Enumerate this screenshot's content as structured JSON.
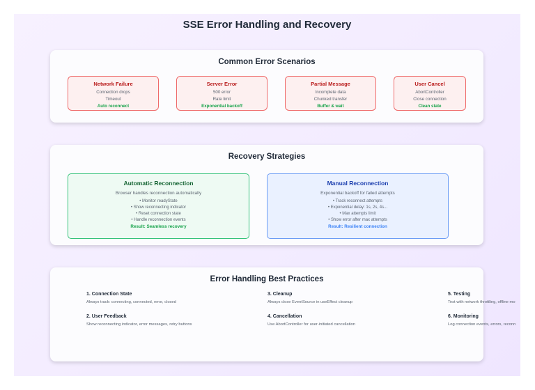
{
  "title": "SSE Error Handling and Recovery",
  "scenarios": {
    "title": "Common Error Scenarios",
    "cards": [
      {
        "title": "Network Failure",
        "line1": "Connection drops",
        "line2": "Timeout",
        "result": "Auto reconnect"
      },
      {
        "title": "Server Error",
        "line1": "500 error",
        "line2": "Rate limit",
        "result": "Exponential backoff"
      },
      {
        "title": "Partial Message",
        "line1": "Incomplete data",
        "line2": "Chunked transfer",
        "result": "Buffer & wait"
      },
      {
        "title": "User Cancel",
        "line1": "AbortController",
        "line2": "Close connection",
        "result": "Clean state"
      }
    ],
    "colors": {
      "border": "#ef6a6a",
      "heading": "#b91c1c",
      "result": "#16a34a"
    }
  },
  "recovery": {
    "title": "Recovery Strategies",
    "automatic": {
      "title": "Automatic Reconnection",
      "desc": "Browser handles reconnection automatically",
      "bullets": [
        "• Monitor readyState",
        "• Show reconnecting indicator",
        "• Reset connection state",
        "• Handle reconnection events"
      ],
      "result": "Result: Seamless recovery"
    },
    "manual": {
      "title": "Manual Reconnection",
      "desc": "Exponential backoff for failed attempts",
      "bullets": [
        "• Track reconnect attempts",
        "• Exponential delay: 1s, 2s, 4s...",
        "• Max attempts limit",
        "• Show error after max attempts"
      ],
      "result": "Result: Resilient connection"
    }
  },
  "practices": {
    "title": "Error Handling Best Practices",
    "items": [
      {
        "title": "1. Connection State",
        "desc": "Always track: connecting, connected, error, closed"
      },
      {
        "title": "2. User Feedback",
        "desc": "Show reconnecting indicator, error messages, retry buttons"
      },
      {
        "title": "3. Cleanup",
        "desc": "Always close EventSource in useEffect cleanup"
      },
      {
        "title": "4. Cancellation",
        "desc": "Use AbortController for user-initiated cancellation"
      },
      {
        "title": "5. Testing",
        "desc": "Test with network throttling, offline mo"
      },
      {
        "title": "6. Monitoring",
        "desc": "Log connection events, errors, reconn"
      }
    ]
  }
}
